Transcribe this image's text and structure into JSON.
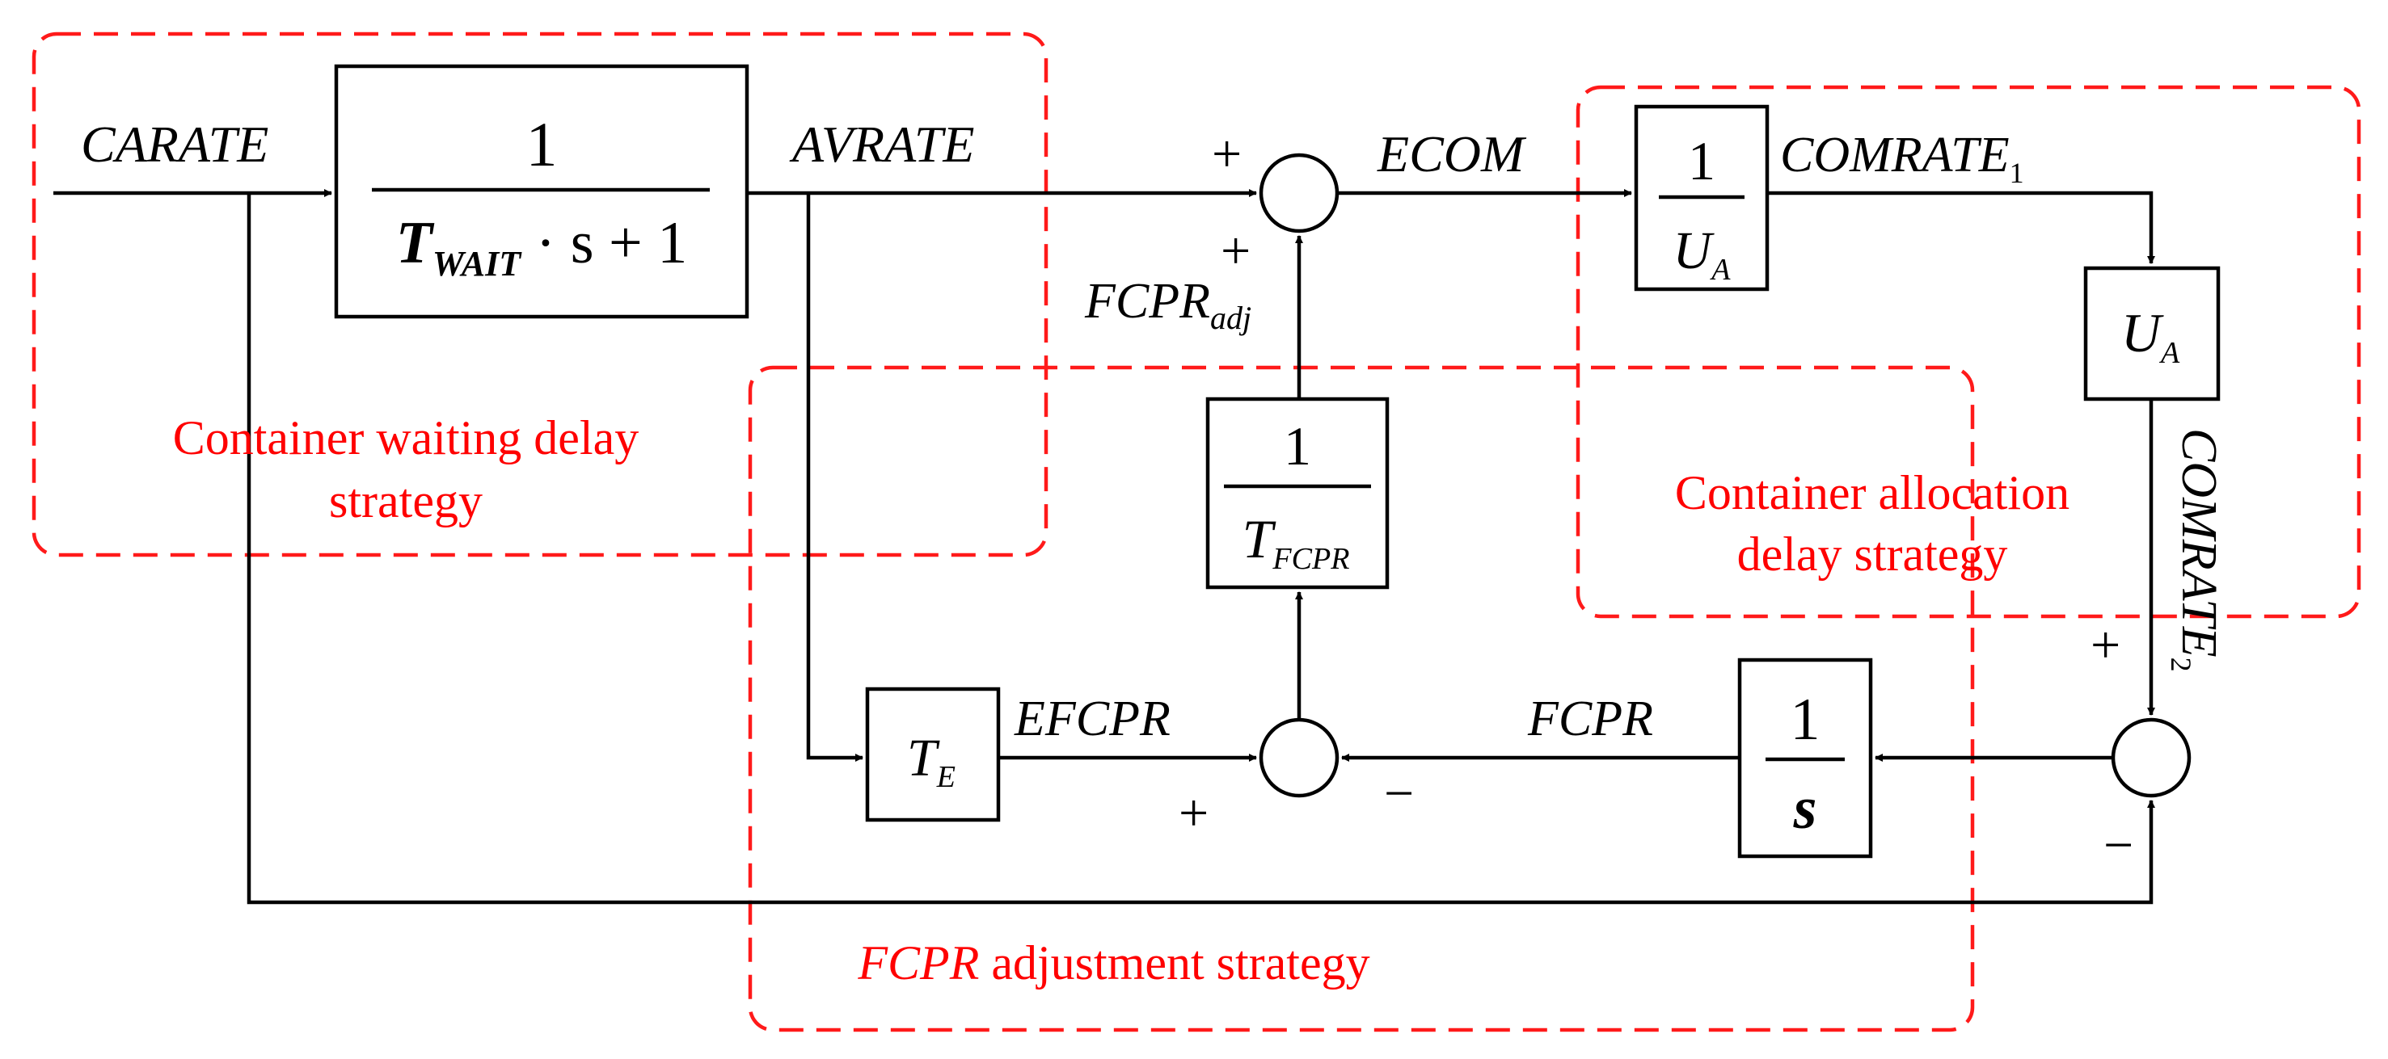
{
  "signals": {
    "carate": "CARATE",
    "avrate": "AVRATE",
    "ecom": "ECOM",
    "comrate1_base": "COMRATE",
    "comrate1_sub": "1",
    "comrate2_base": "COMRATE",
    "comrate2_sub": "2",
    "fcpr_adj_base": "FCPR",
    "fcpr_adj_sub": "adj",
    "efcpr": "EFCPR",
    "fcpr": "FCPR"
  },
  "blocks": {
    "wait_filter": {
      "numerator": "1",
      "denom_T": "T",
      "denom_sub": "WAIT",
      "denom_rest": " · s + 1"
    },
    "inv_ua": {
      "numerator": "1",
      "denom_base": "U",
      "denom_sub": "A"
    },
    "ua": {
      "base": "U",
      "sub": "A"
    },
    "inv_tfcpr": {
      "numerator": "1",
      "denom_base": "T",
      "denom_sub": "FCPR"
    },
    "te": {
      "base": "T",
      "sub": "E"
    },
    "integrator": {
      "numerator": "1",
      "denom": "s"
    }
  },
  "signs": {
    "sum1_left": "+",
    "sum1_bottom": "+",
    "sum2_left": "+",
    "sum2_right": "−",
    "sum3_top": "+",
    "sum3_bottom": "−"
  },
  "regions": {
    "waiting_line1": "Container waiting delay",
    "waiting_line2": "strategy",
    "allocation_line1": "Container allocation",
    "allocation_line2": "delay strategy",
    "fcpr_italic": "FCPR",
    "fcpr_rest": " adjustment strategy"
  },
  "colors": {
    "lines": "#000000",
    "region_border": "#ff1a1a",
    "region_text": "#ff0000"
  }
}
